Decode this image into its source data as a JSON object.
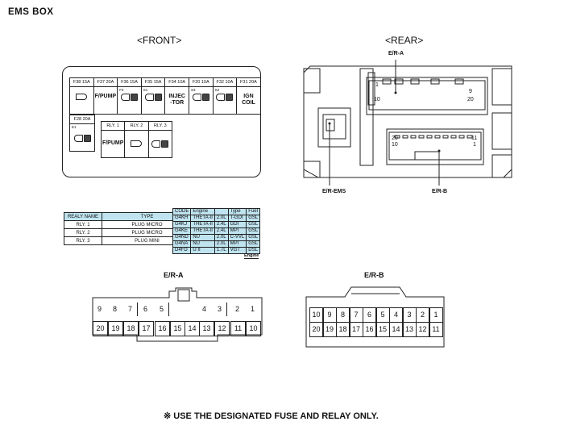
{
  "title": "EMS  BOX",
  "views": {
    "front": "<FRONT>",
    "rear": "<REAR>"
  },
  "front": {
    "fuses": [
      {
        "header": "F38 15A",
        "body": "",
        "icon": "horn-icon"
      },
      {
        "header": "F37 20A",
        "body": "F/PUMP",
        "icon": ""
      },
      {
        "header": "F36 15A",
        "body": "",
        "icon": "sensor-icon",
        "sub": "F3"
      },
      {
        "header": "F35 15A",
        "body": "",
        "icon": "sensor-icon",
        "sub": "S1"
      },
      {
        "header": "F34 10A",
        "body": "INJEC\n-TOR",
        "icon": ""
      },
      {
        "header": "F20 10A",
        "body": "",
        "icon": "sensor-icon",
        "sub": "S3"
      },
      {
        "header": "F32 10A",
        "body": "",
        "icon": "sensor-icon",
        "sub": "S2"
      },
      {
        "header": "F31 20A",
        "body": "IGN\nCOIL",
        "icon": ""
      }
    ],
    "single_fuse": {
      "header": "F28 20A",
      "sub": "E1",
      "icon": "sensor-icon"
    },
    "relays": [
      {
        "header": "RLY. 1",
        "body": "F/PUMP"
      },
      {
        "header": "RLY. 2",
        "body": "",
        "icon": "horn-icon"
      },
      {
        "header": "RLY. 3",
        "body": "",
        "icon": "sensor-icon"
      }
    ]
  },
  "rear": {
    "labels": {
      "era": "E/R-A",
      "erb": "E/R-B",
      "erems": "E/R-EMS"
    },
    "era_pins": {
      "tl": "1",
      "bl": "10",
      "tr": "9",
      "br": "20"
    },
    "erb_pins": {
      "tl": "20",
      "bl": "10",
      "tr": "11",
      "br": "1"
    }
  },
  "relay_table": {
    "headers": [
      "REALY NAME",
      "TYPE"
    ],
    "rows": [
      [
        "RLY. 1",
        "PLUG MICRO"
      ],
      [
        "RLY. 2",
        "PLUG MICRO"
      ],
      [
        "RLY. 3",
        "PLUG MINI"
      ]
    ]
  },
  "code_table": {
    "headers": [
      "CODE",
      "Engine",
      "",
      "Type",
      "Fuel"
    ],
    "rows": [
      [
        "G4KH",
        "THETA-II",
        "2.0L",
        "T-GDI",
        "GSL"
      ],
      [
        "G4KJ",
        "THETA-II",
        "2.4L",
        "GDI",
        "GSL"
      ],
      [
        "G4KE",
        "THETA-II",
        "2.4L",
        "MPI",
        "GSL"
      ],
      [
        "G4ND",
        "NU",
        "2.0L",
        "C-VVL",
        "GSL"
      ],
      [
        "G4NA",
        "NU",
        "2.0L",
        "MPI",
        "GSL"
      ],
      [
        "D4FD",
        "U II",
        "1.7L",
        "VGT",
        "DSL"
      ]
    ],
    "note": "Engine"
  },
  "connector_a": {
    "label": "E/R-A",
    "top": [
      "9",
      "8",
      "7",
      "6",
      "5",
      "4",
      "3",
      "2",
      "1"
    ],
    "bottom": [
      "20",
      "19",
      "18",
      "17",
      "16",
      "15",
      "14",
      "13",
      "12",
      "11",
      "10"
    ]
  },
  "connector_b": {
    "label": "E/R-B",
    "top": [
      "10",
      "9",
      "8",
      "7",
      "6",
      "5",
      "4",
      "3",
      "2",
      "1"
    ],
    "bottom": [
      "20",
      "19",
      "18",
      "17",
      "16",
      "15",
      "14",
      "13",
      "12",
      "11"
    ]
  },
  "footnote": "※ USE THE DESIGNATED FUSE AND RELAY ONLY."
}
